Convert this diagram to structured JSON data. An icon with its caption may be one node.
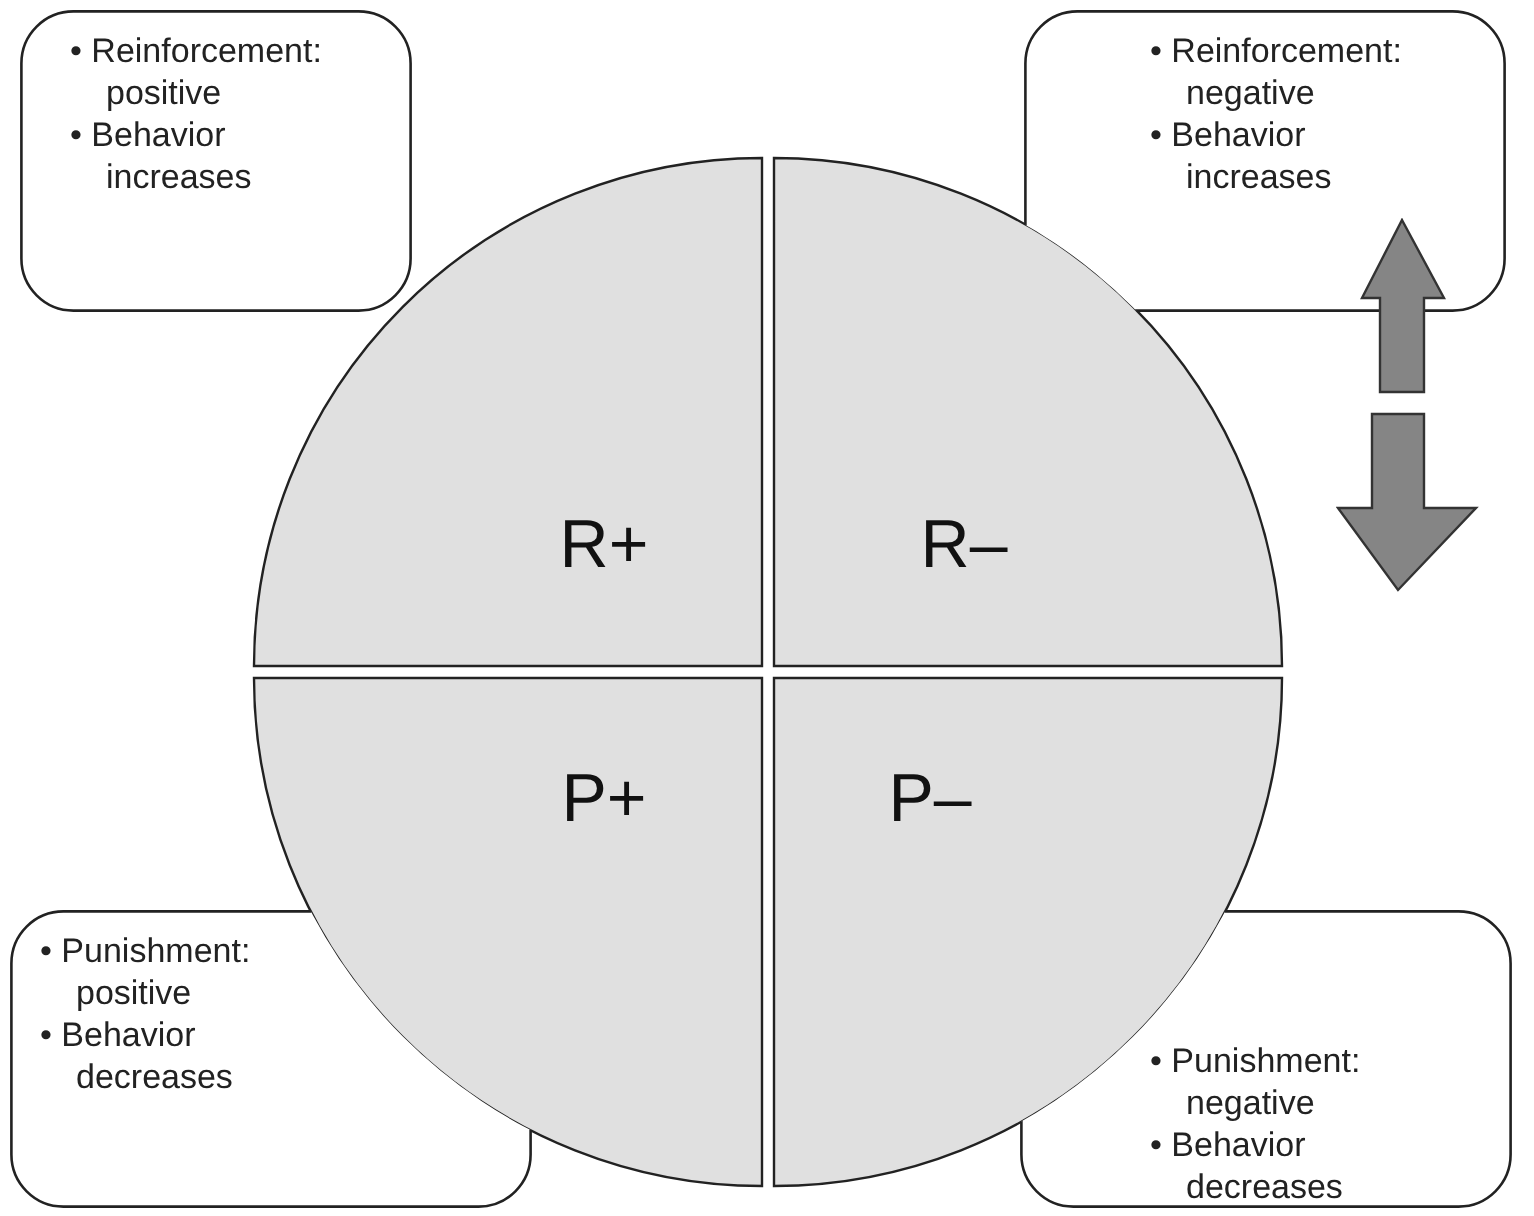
{
  "diagram": {
    "nodes": [
      {
        "text": [
          "• Reinforcement: positive",
          "• Behavior increases"
        ]
      },
      {
        "text": [
          "• Reinforcement: negative",
          "• Behavior increases"
        ]
      },
      {
        "text": [
          "R+"
        ]
      },
      {
        "text": [
          "R–"
        ]
      },
      {
        "text": [
          "P+"
        ]
      },
      {
        "text": [
          "P–"
        ]
      },
      {
        "text": [
          "• Punishment: positive",
          "• Behavior decreases"
        ]
      },
      {
        "text": [
          "• Punishment: negative",
          "• Behavior decreases"
        ]
      }
    ],
    "edges": []
  }
}
